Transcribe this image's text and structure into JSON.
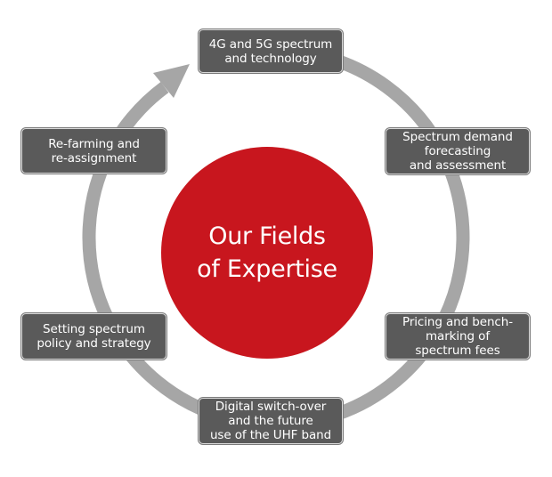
{
  "center": {
    "title": "Our Fields\nof Expertise"
  },
  "fields": [
    {
      "id": "top",
      "label": "4G and 5G spectrum\nand technology"
    },
    {
      "id": "right1",
      "label": "Spectrum demand\nforecasting\nand assessment"
    },
    {
      "id": "right2",
      "label": "Pricing and bench-\nmarking of\nspectrum fees"
    },
    {
      "id": "bottom",
      "label": "Digital switch-over\nand the future\nuse of the UHF band"
    },
    {
      "id": "left2",
      "label": "Setting spectrum\npolicy and strategy"
    },
    {
      "id": "left1",
      "label": "Re-farming and\nre-assignment"
    }
  ],
  "colors": {
    "center": "#c8161e",
    "box": "#5a5a5a",
    "ring": "#a6a6a6"
  },
  "icons": {
    "ring_arrow": "clockwise-arrow-icon"
  }
}
